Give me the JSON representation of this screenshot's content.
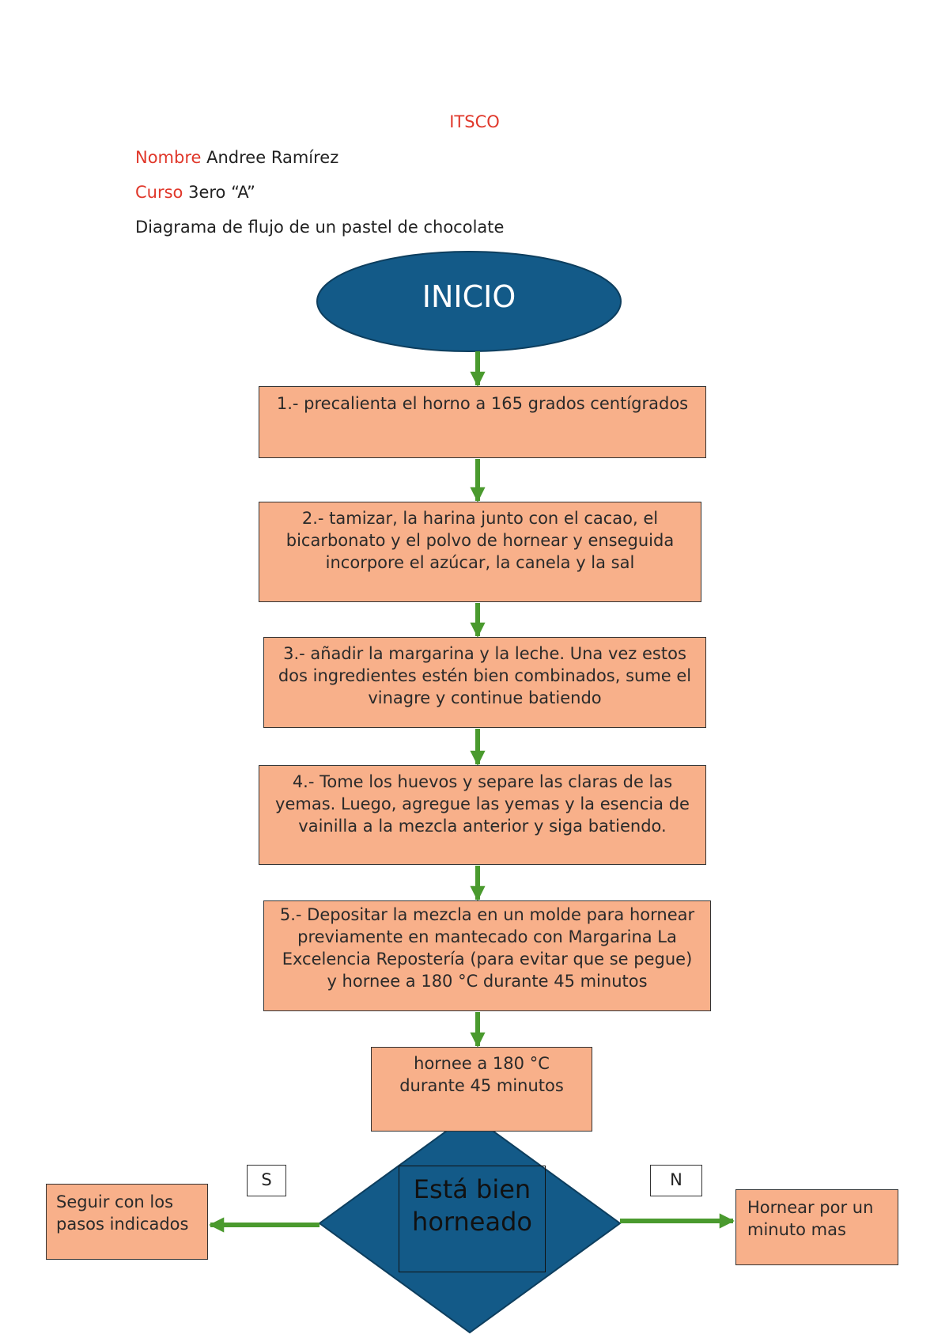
{
  "header": {
    "title": "ITSCO",
    "name_label": "Nombre",
    "name_value": "Andree Ramírez",
    "course_label": "Curso",
    "course_value": "3ero “A”",
    "description": "Diagrama de flujo de un pastel de chocolate"
  },
  "flow": {
    "start": "INICIO",
    "steps": [
      "1.- precalienta el horno a 165 grados centígrados",
      "2.- tamizar, la harina junto con el cacao, el bicarbonato y el polvo de hornear y enseguida incorpore el azúcar, la canela y la sal",
      "3.- añadir la margarina y la leche. Una vez estos dos ingredientes estén bien combinados, sume el vinagre y continue batiendo",
      "4.- Tome los huevos y separe las claras de las yemas. Luego, agregue las yemas y la esencia de vainilla a la mezcla anterior y siga batiendo.",
      "5.- Depositar la mezcla en un molde para hornear previamente en mantecado con Margarina La Excelencia Repostería (para evitar que se pegue) y hornee a 180 °C durante 45 minutos",
      "hornee a 180 °C durante 45 minutos"
    ],
    "decision": "Está bien horneado",
    "yes_label": "S",
    "no_label": "N",
    "yes_action": "Seguir con los pasos indicados",
    "no_action": "Hornear por un minuto mas"
  },
  "colors": {
    "accent_red": "#e0372a",
    "shape_blue": "#135a88",
    "box_fill": "#f8b08a",
    "arrow_green": "#4a9a2e"
  }
}
